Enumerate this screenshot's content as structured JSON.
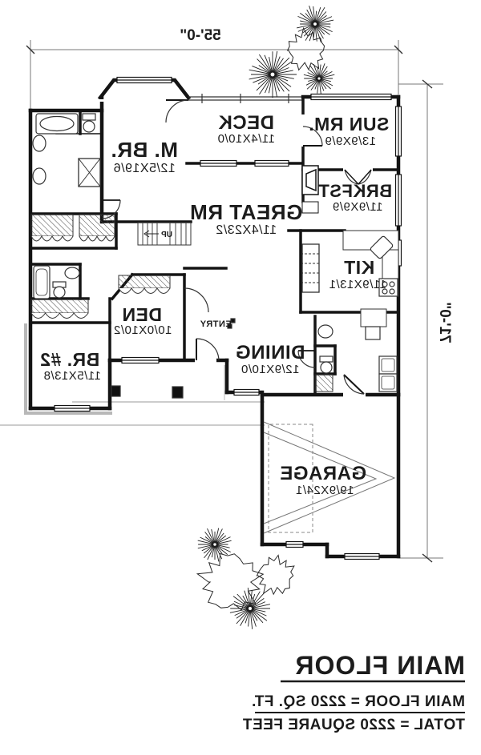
{
  "plan": {
    "overall_dimensions": {
      "width": "55'-0\"",
      "height": "71'-0\""
    },
    "rooms": [
      {
        "name": "M. BR.",
        "dims": "12/5X19/6"
      },
      {
        "name": "DECK",
        "dims": "11/4X10/0"
      },
      {
        "name": "SUN RM.",
        "dims": "13/9X9/9"
      },
      {
        "name": "BRKFST",
        "dims": "11/9X9/9"
      },
      {
        "name": "GREAT RM",
        "dims": "11/4X23/2"
      },
      {
        "name": "KIT",
        "dims": "11/9X13/1"
      },
      {
        "name": "DEN",
        "dims": "10/0X10/2"
      },
      {
        "name": "DINING",
        "dims": "12/9X10/0"
      },
      {
        "name": "BR. #2",
        "dims": "11/5X13/8"
      },
      {
        "name": "GARAGE",
        "dims": "19/9X24/1"
      },
      {
        "name": "ENTRY",
        "dims": ""
      }
    ],
    "stairs": {
      "label": "UP"
    },
    "title_block": {
      "title": "MAIN FLOOR",
      "line1": "MAIN FLOOR = 2220 SQ. FT.",
      "line2": "TOTAL = 2220 SQUARE FEET"
    },
    "colors": {
      "ink": "#1c1c1c",
      "background": "#ffffff",
      "accent_grey": "#b0b0b0"
    }
  }
}
